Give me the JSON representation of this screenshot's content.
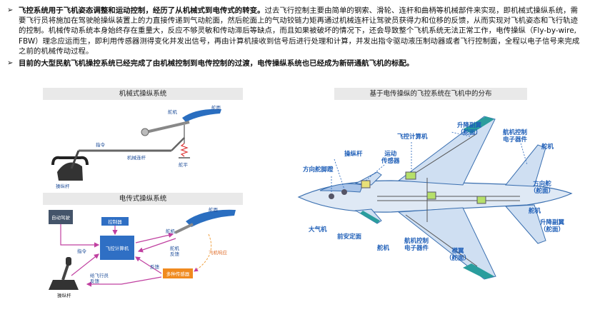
{
  "bullets": [
    {
      "bold": "飞控系统用于飞机姿态调整和运动控制，经历了从机械式到电传式的转变。",
      "text": "过去飞行控制主要由简单的钢索、滑轮、连杆和曲柄等机械部件来实现，即机械式操纵系统，需要飞行员将施加在驾驶舱操纵装置上的力直接传递到气动舵面，然后舵面上的气动铰链力矩再通过机械连杆让驾驶员获得力和位移的反馈，从而实现对飞机姿态和飞行轨迹的控制。机械传动系统本身始终存在重量大，反应不够灵敏和传动滞后等缺点，而且如果被破坏的情况下，还会导致整个飞机系统无法正常工作，电传操纵（Fly-by-wire, FBW）理念应运而生，即利用传感器测得变化并发出信号，再由计算机接收到信号后进行处理和计算，并发出指令驱动液压制动器或者飞行控制面，全程以电子信号来完成之前的机械传动过程。"
    },
    {
      "bold": "目前的大型民航飞机操控系统已经完成了由机械控制到电传控制的过渡，电传操纵系统也已经成为新研通航飞机的标配。",
      "text": ""
    }
  ],
  "mechanical": {
    "title": "机械式操纵系统",
    "labels": {
      "rudder_surface": "舵面",
      "rudder": "舵机",
      "command": "指令",
      "linkage": "机械连杆",
      "trim": "舵平",
      "stick": "操纵杆"
    }
  },
  "fbw": {
    "title": "电传式操纵系统",
    "labels": {
      "autopilot": "自动驾驶",
      "controller": "控制器",
      "computer": "飞控计算机",
      "surface": "舵面",
      "actuator": "舵机",
      "actuator_feedback": "舵机\n反馈",
      "feedback": "反馈",
      "command": "指令",
      "sensors": "多种传感器",
      "response": "飞机响应",
      "pilot_feedback": "给飞行员\n反馈",
      "stick": "操纵杆"
    }
  },
  "plane": {
    "title": "基于电传操纵的飞控系统在飞机中的分布",
    "labels": {
      "fcc": "飞控计算机",
      "elevator": "升降副翼\n（舵面）",
      "elec_top": "航机控制\n电子器件",
      "motion": "运动\n传感器",
      "stick": "操纵杆",
      "pedal": "方向舵脚蹬",
      "air_data": "大气机",
      "canard": "前安定面",
      "actuator_mid": "舵机",
      "elec_bot": "航机控制\n电子器件",
      "flap": "襟翼\n（舵面）",
      "rudder": "方向舵\n（舵面）",
      "actuator_right": "舵机",
      "elevator_right": "升降副翼\n（舵面）",
      "actuator_tr": "舵机"
    }
  },
  "colors": {
    "fbw_box_blue": "#2f6fc4",
    "sensor_orange": "#f08a1e",
    "autopilot_gray": "#44546a",
    "arrow_pink": "#c040a0",
    "plane_label": "#1f5fb8"
  }
}
